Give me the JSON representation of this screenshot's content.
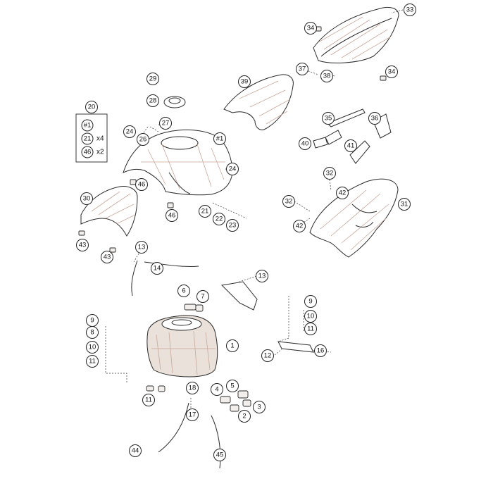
{
  "callouts": [
    {
      "label": "33"
    },
    {
      "label": "34"
    },
    {
      "label": "37"
    },
    {
      "label": "38"
    },
    {
      "label": "34"
    },
    {
      "label": "39"
    },
    {
      "label": "35"
    },
    {
      "label": "36"
    },
    {
      "label": "40"
    },
    {
      "label": "41"
    },
    {
      "label": "29"
    },
    {
      "label": "28"
    },
    {
      "label": "27"
    },
    {
      "label": "24"
    },
    {
      "label": "26"
    },
    {
      "label": "#1"
    },
    {
      "label": "24"
    },
    {
      "label": "46"
    },
    {
      "label": "30"
    },
    {
      "label": "46"
    },
    {
      "label": "21"
    },
    {
      "label": "22"
    },
    {
      "label": "23"
    },
    {
      "label": "32"
    },
    {
      "label": "42"
    },
    {
      "label": "32"
    },
    {
      "label": "42"
    },
    {
      "label": "31"
    },
    {
      "label": "43"
    },
    {
      "label": "43"
    },
    {
      "label": "13"
    },
    {
      "label": "14"
    },
    {
      "label": "13"
    },
    {
      "label": "6"
    },
    {
      "label": "7"
    },
    {
      "label": "9"
    },
    {
      "label": "8"
    },
    {
      "label": "10"
    },
    {
      "label": "11"
    },
    {
      "label": "1"
    },
    {
      "label": "9"
    },
    {
      "label": "10"
    },
    {
      "label": "11"
    },
    {
      "label": "12"
    },
    {
      "label": "16"
    },
    {
      "label": "18"
    },
    {
      "label": "4"
    },
    {
      "label": "5"
    },
    {
      "label": "3"
    },
    {
      "label": "2"
    },
    {
      "label": "11"
    },
    {
      "label": "17"
    },
    {
      "label": "44"
    },
    {
      "label": "45"
    }
  ],
  "legend": {
    "title": "20",
    "rows": [
      {
        "item": "#1",
        "qty": ""
      },
      {
        "item": "21",
        "qty": "x4"
      },
      {
        "item": "46",
        "qty": "x2"
      }
    ]
  }
}
